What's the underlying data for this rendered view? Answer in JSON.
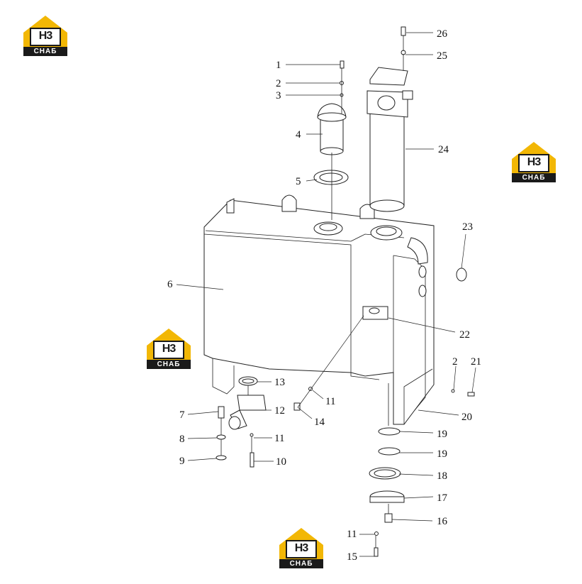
{
  "brand": {
    "logo_text": "H3",
    "logo_sub": "СНАБ",
    "accent_color": "#f2b705",
    "dark_color": "#1a1a1a"
  },
  "callouts": [
    {
      "id": "c1",
      "label": "1"
    },
    {
      "id": "c2",
      "label": "2"
    },
    {
      "id": "c3",
      "label": "3"
    },
    {
      "id": "c4",
      "label": "4"
    },
    {
      "id": "c5",
      "label": "5"
    },
    {
      "id": "c6",
      "label": "6"
    },
    {
      "id": "c7",
      "label": "7"
    },
    {
      "id": "c8",
      "label": "8"
    },
    {
      "id": "c9",
      "label": "9"
    },
    {
      "id": "c10",
      "label": "10"
    },
    {
      "id": "c11a",
      "label": "11"
    },
    {
      "id": "c11b",
      "label": "11"
    },
    {
      "id": "c11c",
      "label": "11"
    },
    {
      "id": "c12",
      "label": "12"
    },
    {
      "id": "c13",
      "label": "13"
    },
    {
      "id": "c14",
      "label": "14"
    },
    {
      "id": "c15",
      "label": "15"
    },
    {
      "id": "c16",
      "label": "16"
    },
    {
      "id": "c17",
      "label": "17"
    },
    {
      "id": "c18",
      "label": "18"
    },
    {
      "id": "c19a",
      "label": "19"
    },
    {
      "id": "c19b",
      "label": "19"
    },
    {
      "id": "c20",
      "label": "20"
    },
    {
      "id": "c21",
      "label": "21"
    },
    {
      "id": "c2b",
      "label": "2"
    },
    {
      "id": "c22",
      "label": "22"
    },
    {
      "id": "c23",
      "label": "23"
    },
    {
      "id": "c24",
      "label": "24"
    },
    {
      "id": "c25",
      "label": "25"
    },
    {
      "id": "c26",
      "label": "26"
    }
  ]
}
